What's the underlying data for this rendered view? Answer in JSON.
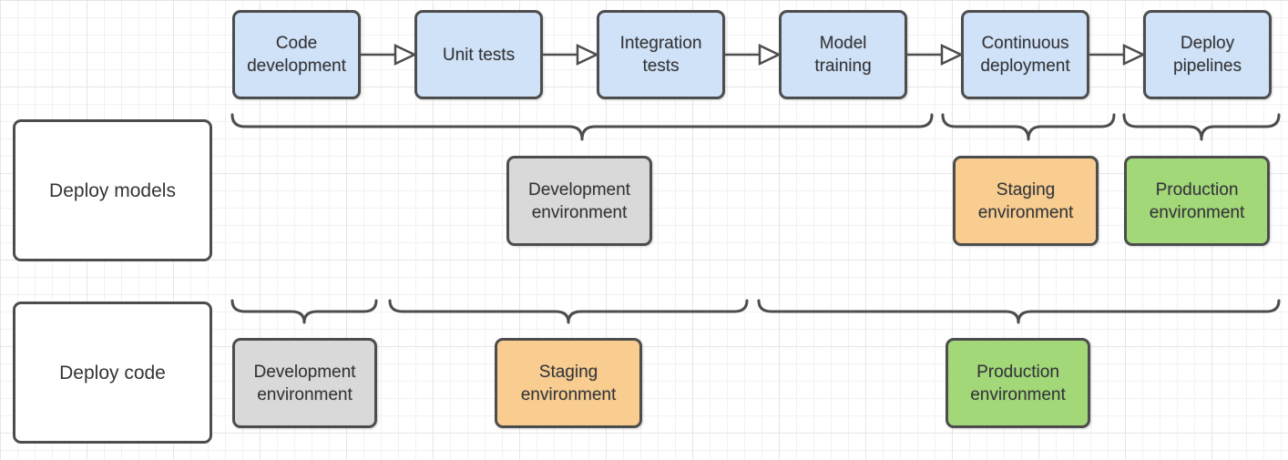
{
  "colors": {
    "blue": "#cfe2f7",
    "gray": "#d9d9d9",
    "orange": "#f8cd8f",
    "green": "#a2d877",
    "border": "#4d4d4d",
    "text": "#343438"
  },
  "pipeline": {
    "steps": [
      "Code development",
      "Unit tests",
      "Integration tests",
      "Model training",
      "Continuous deployment",
      "Deploy pipelines"
    ]
  },
  "deploy_models_row": {
    "label": "Deploy models",
    "environments": [
      "Development environment",
      "Staging environment",
      "Production environment"
    ]
  },
  "deploy_code_row": {
    "label": "Deploy code",
    "environments": [
      "Development environment",
      "Staging environment",
      "Production environment"
    ]
  }
}
